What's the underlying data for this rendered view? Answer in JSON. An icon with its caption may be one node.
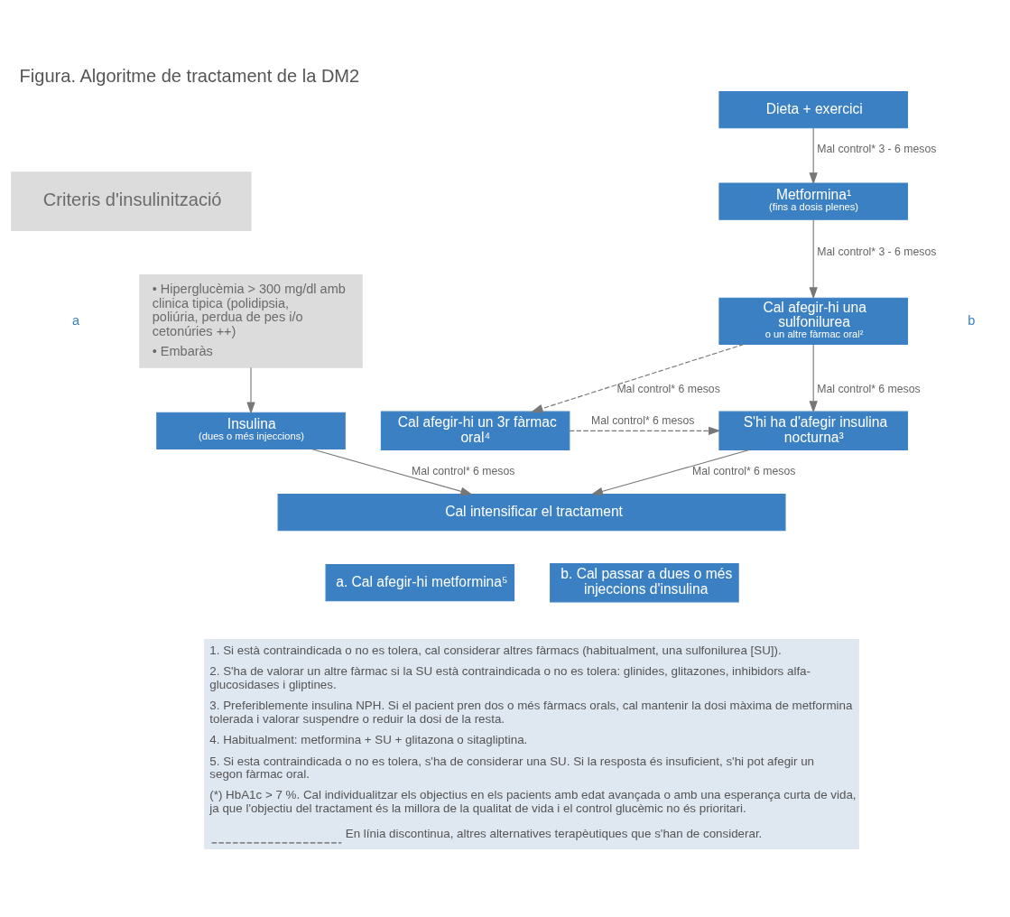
{
  "diagram": {
    "title": "Figura. Algoritme de tractament de la DM2",
    "nodes": [
      {
        "text": [
          "Criteris d'insulinització"
        ]
      },
      {
        "text": [
          "• Hiperglucèmia > 300 mg/dl amb clinica tipica (polidipsia, poliúria, perdua de pes i/o cetonúries ++)",
          "• Embaràs"
        ]
      },
      {
        "text": [
          "Dieta + exercici"
        ]
      },
      {
        "text": [
          "Metformina¹",
          "(fins a dosis plenes)"
        ]
      },
      {
        "text": [
          "Cal afegir-hi una sulfonilurea",
          "o un altre fàrmac oral²"
        ]
      },
      {
        "text": [
          "Insulina",
          "(dues o més injeccions)"
        ]
      },
      {
        "text": [
          "S'hi ha d'afegir insulina nocturna³"
        ]
      },
      {
        "text": [
          "Cal afegir-hi un 3r fàrmac oral⁴"
        ]
      },
      {
        "text": [
          "Cal intensificar el tractament"
        ]
      },
      {
        "text": [
          "a. Cal afegir-hi metformina⁵"
        ]
      },
      {
        "text": [
          "b. Cal passar a dues o més injeccions d'insulina"
        ]
      }
    ],
    "edges": [
      {
        "from": 2,
        "to": 3,
        "arrow": "to",
        "label": "Mal control* 3 - 6 mesos"
      },
      {
        "from": 3,
        "to": 4,
        "arrow": "to",
        "label": "Mal control* 3 - 6 mesos"
      },
      {
        "from": 4,
        "to": 6,
        "arrow": "to",
        "label": "Mal control* 6 mesos"
      },
      {
        "from": 1,
        "to": 5,
        "arrow": "to"
      },
      {
        "from": 4,
        "to": 7,
        "arrow": "to",
        "label": "Mal control* 6 mesos",
        "style": "dashed"
      },
      {
        "from": 5,
        "to": 8,
        "arrow": "to",
        "label": "Mal control* 6 mesos"
      },
      {
        "from": 6,
        "to": 8,
        "arrow": "to",
        "label": "Mal control* 6 mesos"
      },
      {
        "from": 7,
        "to": 6,
        "arrow": "to",
        "label": "Mal control* 6 mesos",
        "style": "dashed"
      }
    ],
    "labels": [
      "a",
      "b",
      "1. Si està contraindicada o no es tolera, cal considerar altres fàrmacs (habitualment, una sulfonilurea [SU]).",
      "2. S'ha de valorar un altre fàrmac si la SU està contraindicada o no es tolera: glinides, glitazones, inhibidors alfa-glucosidases i gliptines.",
      "3. Preferiblemente insulina NPH. Si el pacient pren dos o més fàrmacs orals, cal mantenir la dosi màxima de metformina tolerada i valorar suspendre o reduir la dosi de la resta.",
      "4. Habitualment: metformina + SU + glitazona o sitagliptina.",
      "5. Si esta contraindicada o no es tolera, s'ha de considerar una SU. Si la resposta és insuficient, s'hi pot afegir un segon fàrmac oral.",
      "(*) HbA1c > 7 %. Cal individualitzar els objectius en els pacients amb edat avançada o amb una esperança curta de vida, ja que l'objectiu del tractament és la millora de la qualitat de vida i el control glucèmic no és prioritari."
    ],
    "legend": [
      {
        "text": "En línia discontinua, altres alternatives terapèutiques que s'han de considerar."
      }
    ]
  }
}
